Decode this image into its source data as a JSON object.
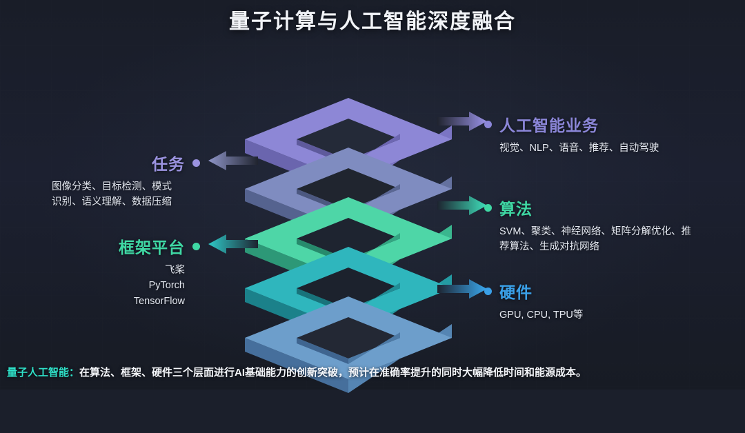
{
  "title": "量子计算与人工智能深度融合",
  "theme": {
    "background": "#1b1f2b",
    "title_color": "#f2f4f8",
    "purple": "#8b86d8",
    "slate": "#6f7bb5",
    "green": "#3fd8a4",
    "teal": "#2bbfc4",
    "blue": "#3aa0e8"
  },
  "stack": {
    "layers": [
      {
        "name": "ai-business-layer",
        "color_top": "#8d87d6",
        "color_left": "#6f6ab4",
        "color_right": "#7a74c2"
      },
      {
        "name": "task-layer",
        "color_top": "#7f8cc0",
        "color_left": "#5c6a9e",
        "color_right": "#6b78ad"
      },
      {
        "name": "algorithm-layer",
        "color_top": "#4ed6a7",
        "color_left": "#2f9e7c",
        "color_right": "#3bbc92"
      },
      {
        "name": "framework-layer",
        "color_top": "#2fb6bd",
        "color_left": "#1d8790",
        "color_right": "#26a0a8"
      },
      {
        "name": "hardware-layer",
        "color_top": "#6d9ecb",
        "color_left": "#4a7aa8",
        "color_right": "#5b8bba"
      }
    ]
  },
  "right_labels": [
    {
      "heading": "人工智能业务",
      "color": "#8b86d8",
      "lines": [
        "视觉、NLP、语音、推荐、自动驾驶"
      ]
    },
    {
      "heading": "算法",
      "color": "#3fd8a4",
      "lines": [
        "SVM、聚类、神经网络、矩阵分解优化、推",
        "荐算法、生成对抗网络"
      ]
    },
    {
      "heading": "硬件",
      "color": "#3aa0e8",
      "lines": [
        "GPU, CPU, TPU等"
      ]
    }
  ],
  "left_labels": [
    {
      "heading": "任务",
      "color": "#9b93e0",
      "lines": [
        "图像分类、目标检测、模式",
        "识别、语义理解、数据压缩"
      ]
    },
    {
      "heading": "框架平台",
      "color": "#3fd8a4",
      "lines": [
        "飞桨",
        "PyTorch",
        "TensorFlow"
      ]
    }
  ],
  "caption": {
    "key": "量子人工智能：",
    "body": "在算法、框架、硬件三个层面进行AI基础能力的创新突破，预计在准确率提升的同时大幅降低时间和能源成本。"
  }
}
